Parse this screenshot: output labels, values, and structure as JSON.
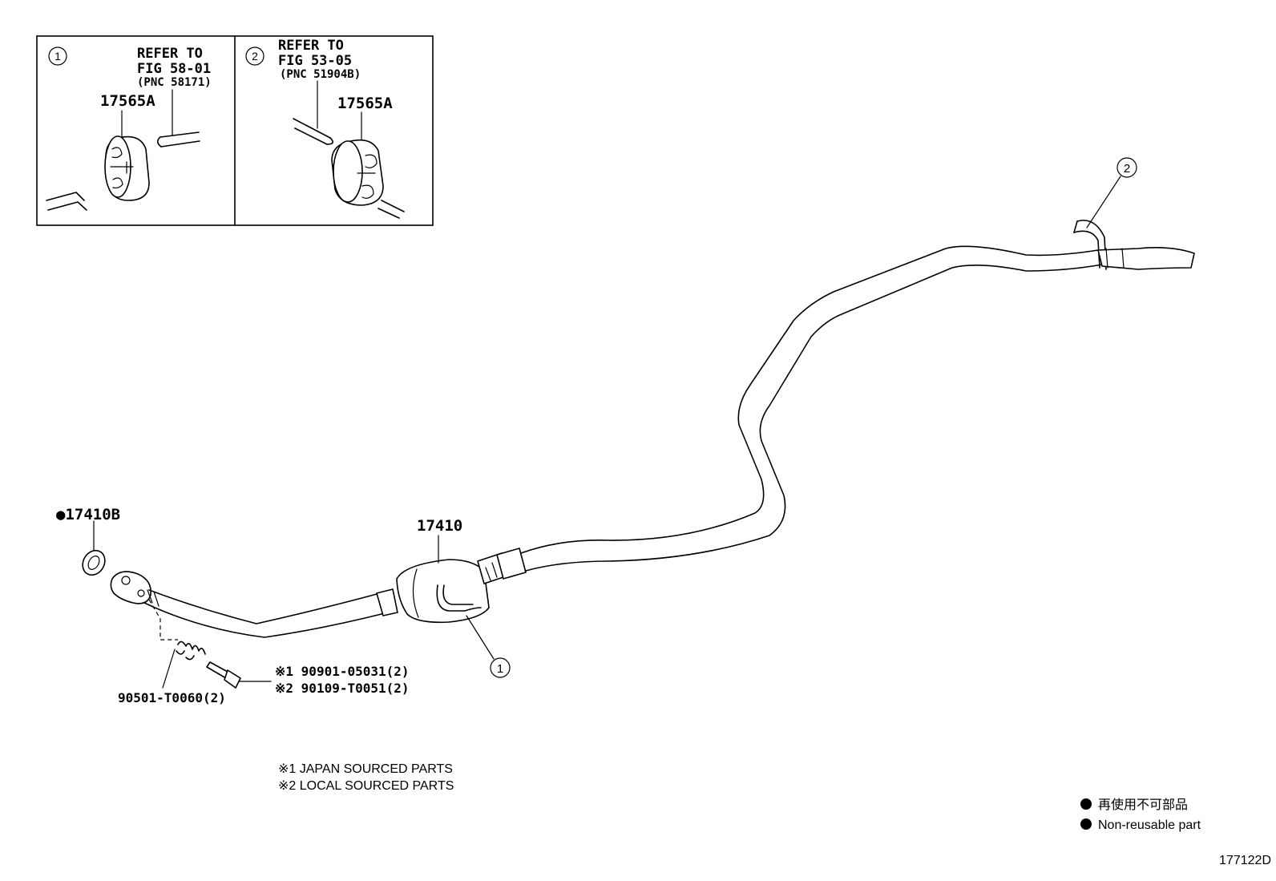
{
  "inset_1": {
    "marker": "1",
    "refer_line1": "REFER TO",
    "refer_line2": "FIG 58-01",
    "pnc": "(PNC 58171)",
    "part": "17565A"
  },
  "inset_2": {
    "marker": "2",
    "refer_line1": "REFER TO",
    "refer_line2": "FIG 53-05",
    "pnc": "(PNC 51904B)",
    "part": "17565A"
  },
  "callouts": {
    "gasket": "●17410B",
    "pipe": "17410",
    "spring": "90501-T0060(2)",
    "bolt_1": "※1 90901-05031(2)",
    "bolt_2": "※2 90109-T0051(2)",
    "circle_1": "1",
    "circle_2": "2"
  },
  "notes": {
    "note_1": "※1 JAPAN SOURCED PARTS",
    "note_2": "※2 LOCAL SOURCED PARTS"
  },
  "legend": {
    "jp": "再使用不可部品",
    "en": "Non-reusable part"
  },
  "figure_id": "177122D"
}
